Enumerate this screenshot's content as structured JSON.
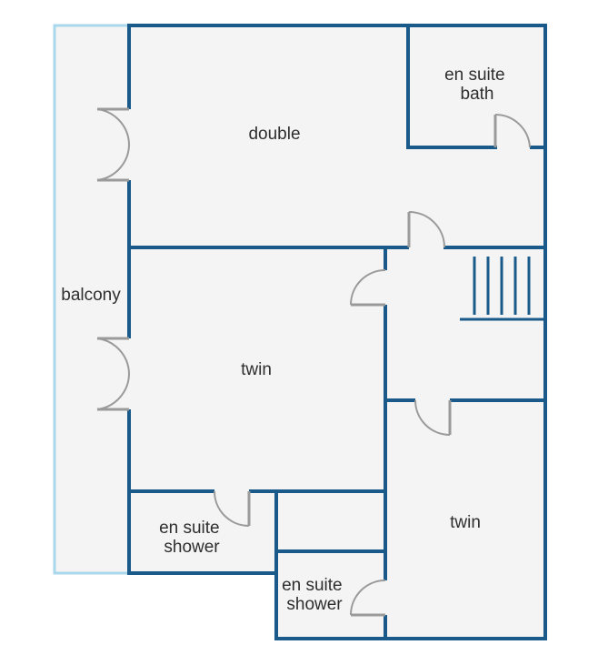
{
  "rooms": {
    "double": "double",
    "en_suite_bath": [
      "en suite",
      "bath"
    ],
    "balcony": "balcony",
    "twin_left": "twin",
    "twin_right": "twin",
    "en_suite_shower_left": [
      "en suite",
      "shower"
    ],
    "en_suite_shower_bottom": [
      "en suite",
      "shower"
    ]
  },
  "colors": {
    "wall": "#1a5a8a",
    "balcony_outline": "#a9d7ec",
    "floor": "#f4f4f4",
    "door": "#9a9a9a",
    "label": "#2e2e2e"
  }
}
